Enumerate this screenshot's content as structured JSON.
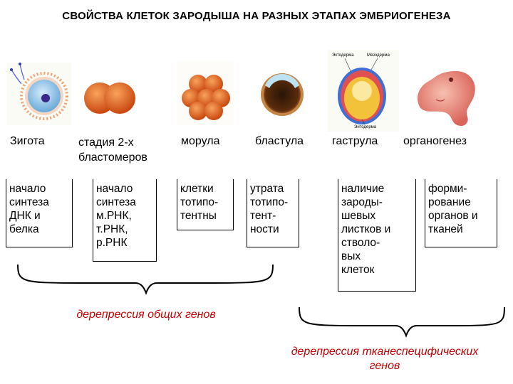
{
  "title": "СВОЙСТВА КЛЕТОК ЗАРОДЫША НА РАЗНЫХ ЭТАПАХ ЭМБРИОГЕНЕЗА",
  "stages": [
    {
      "label": "Зигота",
      "icon": "zygote-icon"
    },
    {
      "label": "стадия 2-х\nбластомеров",
      "icon": "two-blastomeres-icon"
    },
    {
      "label": "морула",
      "icon": "morula-icon"
    },
    {
      "label": "бластула",
      "icon": "blastula-icon"
    },
    {
      "label": "гаструла",
      "icon": "gastrula-icon"
    },
    {
      "label": "органогенез",
      "icon": "organogenesis-icon"
    }
  ],
  "gastrula_labels": [
    "Эктодерма",
    "Мезодерма",
    "Энтодерма"
  ],
  "boxes": [
    "начало\nсинтеза\nДНК и\nбелка",
    "начало\nсинтеза\nм.РНК,\nт.РНК,\nр.РНК",
    "клетки\nтотипо-\nтентны",
    "утрата\nтотипо-\nтент-\nности",
    "наличие\nзароды-\nшевых\nлистков и\nстволо-\nвых\nклеток",
    "форми-\nрование\nорганов и\nтканей"
  ],
  "notes": {
    "general": "дерепрессия общих генов",
    "tissue_line1": "дерепрессия тканеспецифических",
    "tissue_line2": "генов"
  },
  "colors": {
    "note": "#c00000",
    "zygote_fill": "#8fc6ec",
    "embryo": "#e8857a",
    "ectoderm": "#3d6fd6",
    "endoderm": "#f2c23a",
    "mesoderm": "#e05050"
  }
}
